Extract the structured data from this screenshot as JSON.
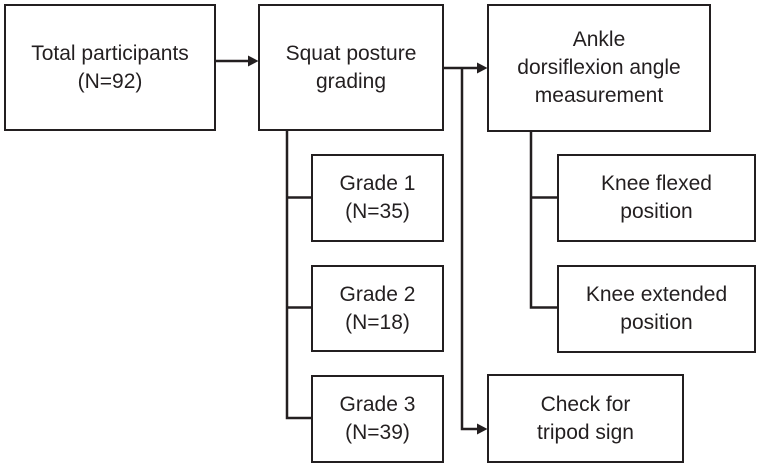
{
  "diagram": {
    "type": "flowchart",
    "colors": {
      "ink": "#231f20",
      "box_fill": "#ffffff",
      "background": "#ffffff"
    },
    "nodes": {
      "total": {
        "lines": [
          "Total participants",
          "(N=92)"
        ]
      },
      "squat": {
        "lines": [
          "Squat posture",
          "grading"
        ]
      },
      "ankle": {
        "lines": [
          "Ankle",
          "dorsiflexion angle",
          "measurement"
        ]
      },
      "grade1": {
        "lines": [
          "Grade 1",
          "(N=35)"
        ]
      },
      "grade2": {
        "lines": [
          "Grade 2",
          "(N=18)"
        ]
      },
      "grade3": {
        "lines": [
          "Grade 3",
          "(N=39)"
        ]
      },
      "kneeFlexed": {
        "lines": [
          "Knee flexed",
          "position"
        ]
      },
      "kneeExtended": {
        "lines": [
          "Knee extended",
          "position"
        ]
      },
      "tripod": {
        "lines": [
          "Check for",
          "tripod sign"
        ]
      }
    },
    "edges": [
      {
        "from": "total",
        "to": "squat",
        "style": "arrow"
      },
      {
        "from": "squat",
        "to": "ankle",
        "style": "arrow"
      },
      {
        "from": "squat",
        "to": "grade1",
        "style": "bracket"
      },
      {
        "from": "squat",
        "to": "grade2",
        "style": "bracket"
      },
      {
        "from": "squat",
        "to": "grade3",
        "style": "bracket"
      },
      {
        "from": "ankle",
        "to": "kneeFlexed",
        "style": "bracket"
      },
      {
        "from": "ankle",
        "to": "kneeExtended",
        "style": "bracket"
      },
      {
        "from": "squat",
        "to": "tripod",
        "style": "arrow"
      }
    ]
  }
}
